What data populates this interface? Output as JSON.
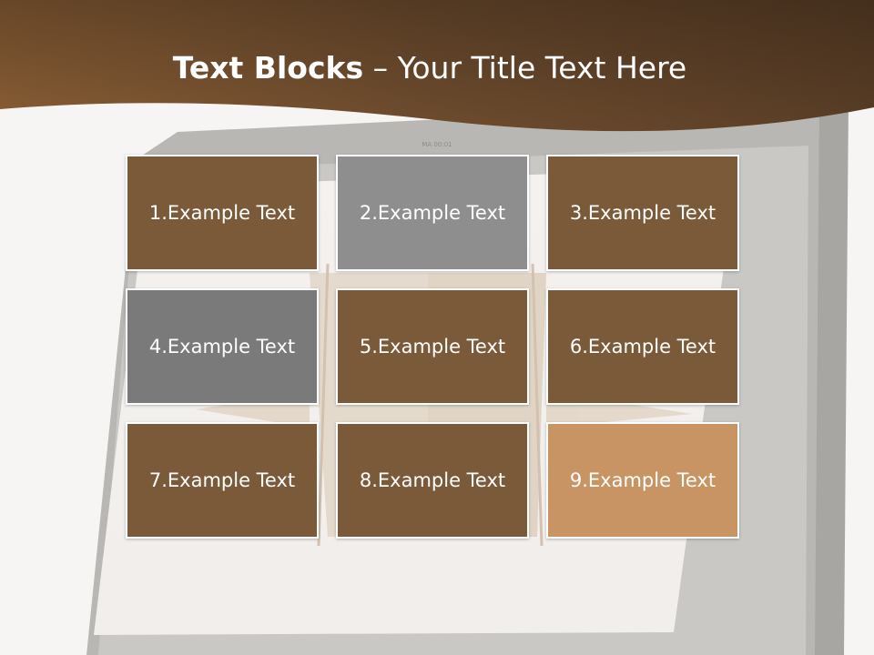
{
  "slide": {
    "title_bold": "Text Blocks",
    "title_dash": "–",
    "title_rest": "Your Title Text Here",
    "tablet_clock": "MA 00:01"
  },
  "colors": {
    "brown": "#7b5a39",
    "gray_light": "#8e8e8e",
    "gray_dark": "#7a7a7a",
    "tan": "#c99464"
  },
  "blocks": [
    {
      "label": "1.Example Text",
      "color": "#7b5a39"
    },
    {
      "label": "2.Example Text",
      "color": "#8e8e8e"
    },
    {
      "label": "3.Example Text",
      "color": "#7b5a39"
    },
    {
      "label": "4.Example Text",
      "color": "#7a7a7a"
    },
    {
      "label": "5.Example Text",
      "color": "#7b5a39"
    },
    {
      "label": "6.Example Text",
      "color": "#7b5a39"
    },
    {
      "label": "7.Example Text",
      "color": "#7b5a39"
    },
    {
      "label": "8.Example Text",
      "color": "#7b5a39"
    },
    {
      "label": "9.Example Text",
      "color": "#c99464"
    }
  ]
}
